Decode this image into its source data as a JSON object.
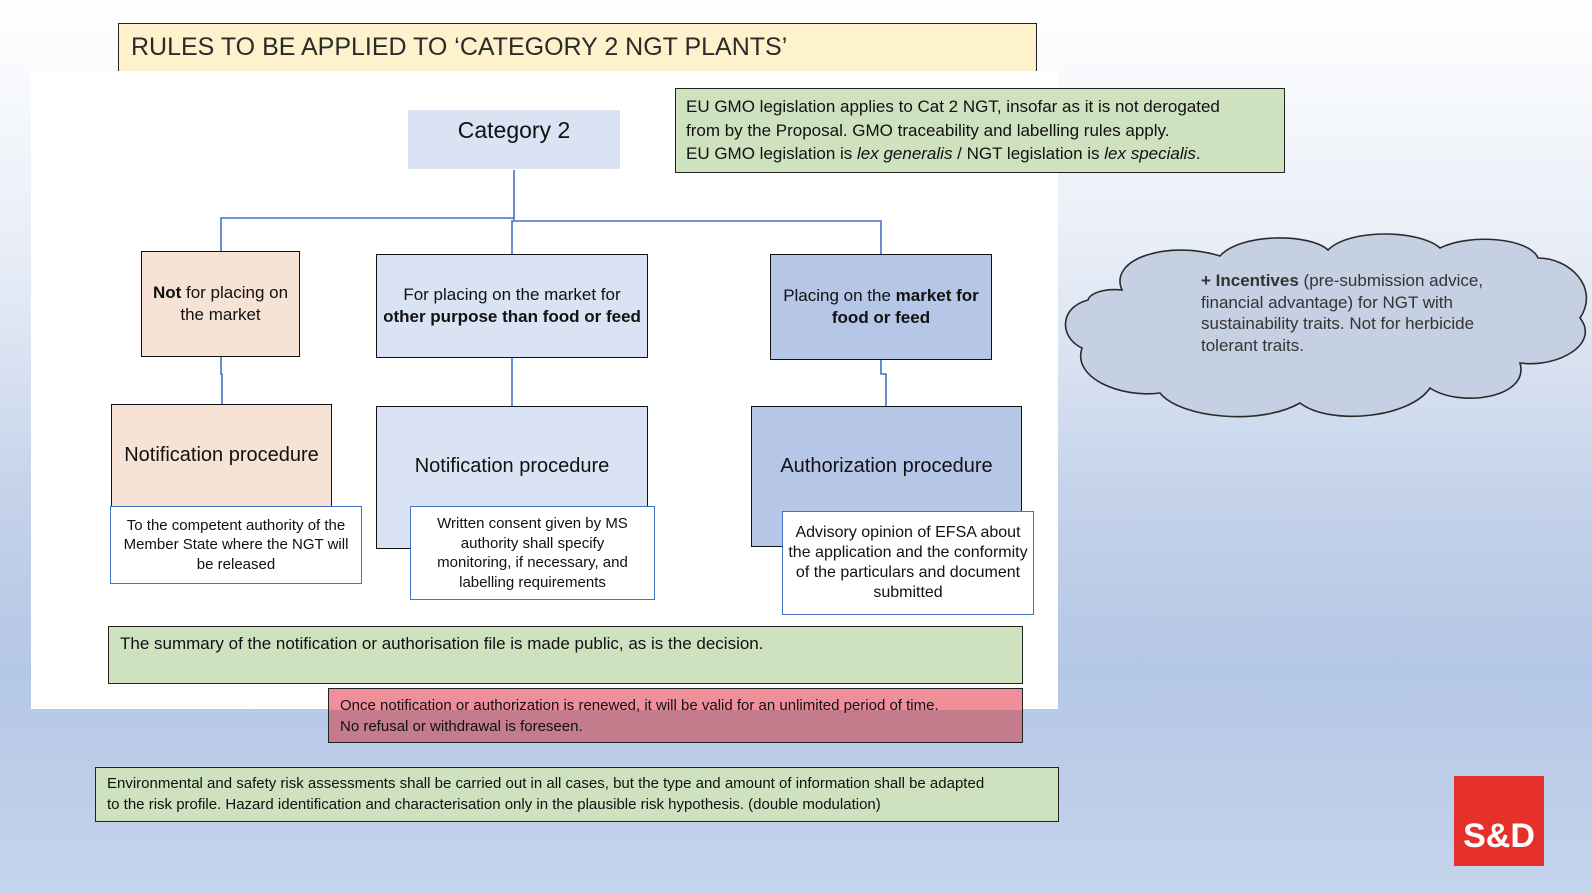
{
  "title": "RULES TO BE APPLIED TO ‘CATEGORY 2 NGT PLANTS’",
  "root": "Category 2",
  "lex_box": {
    "line1": "EU GMO legislation applies to Cat 2 NGT, insofar as it is not derogated",
    "line2": "from by the Proposal. GMO traceability and labelling rules apply.",
    "line3_a": "EU GMO legislation is ",
    "line3_b": "lex generalis",
    "line3_c": " / NGT legislation is ",
    "line3_d": "lex specialis",
    "line3_e": "."
  },
  "branches": [
    {
      "label_bold": "Not",
      "label_rest": " for placing on the market",
      "procedure": "Notification procedure",
      "note": "To the competent authority of the Member State where the NGT will be released"
    },
    {
      "label_plain": "For placing on the market for",
      "label_bold": "other purpose than food or feed",
      "procedure": "Notification procedure",
      "note": "Written consent given by MS authority shall specify monitoring, if necessary, and labelling requirements"
    },
    {
      "label_plain": "Placing on the ",
      "label_bold": "market for food or feed",
      "procedure": "Authorization procedure",
      "note": "Advisory opinion of EFSA about the application and the conformity of the particulars and document submitted"
    }
  ],
  "cloud": {
    "bold": "+ Incentives",
    "rest": " (pre-submission advice, financial advantage) for NGT with sustainability traits. Not for herbicide tolerant traits."
  },
  "summary": "The summary of the notification or authorisation file is made public, as is the decision.",
  "renewal": {
    "line1": "Once notification or authorization is renewed, it will be valid for an unlimited period of time.",
    "line2": "No refusal or withdrawal is foreseen."
  },
  "environment": {
    "line1": "Environmental and safety risk assessments shall be carried out in all cases, but the type and amount of information shall be adapted",
    "line2": "to the risk profile. Hazard identification and characterisation only in the plausible risk hypothesis. (double modulation)"
  },
  "logo": "S&D",
  "colors": {
    "peach": "#f7e3d5",
    "light_blue": "#dae3f3",
    "mid_blue": "#b5c6e7",
    "green": "#cfe2c0",
    "pink": "#ef8f9a",
    "title_yellow": "#fdf2cc",
    "logo_red": "#e5312a",
    "connector": "#4472c4"
  }
}
